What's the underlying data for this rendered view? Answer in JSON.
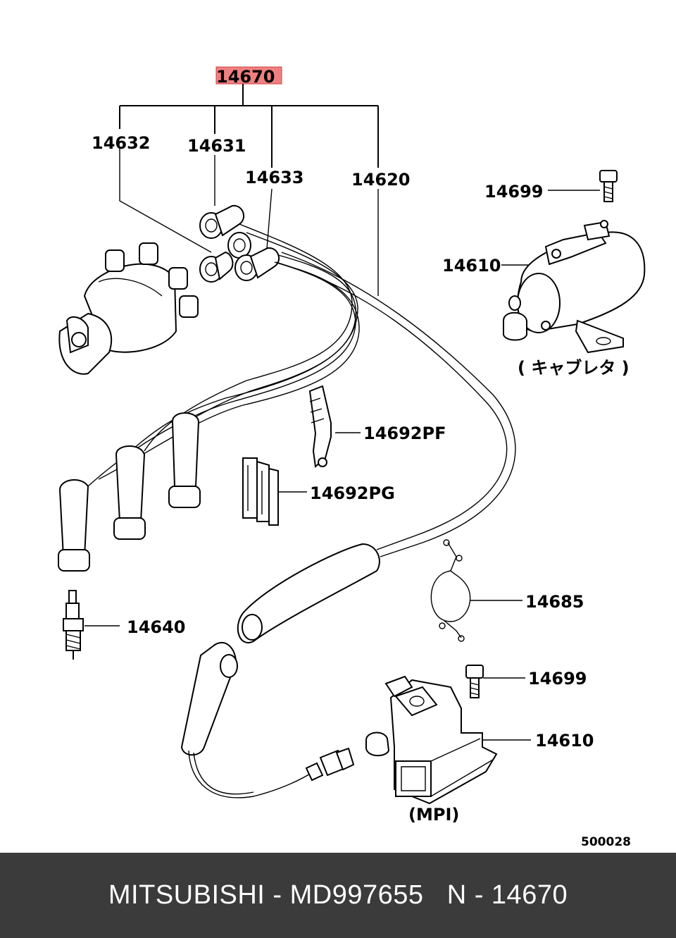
{
  "diagram": {
    "highlight_color": "#f08080",
    "labels": {
      "set": "14670",
      "cable_4": "14632",
      "cable_1": "14631",
      "cable_3": "14633",
      "cable_coil": "14620",
      "bolt_top": "14699",
      "coil_carb": "14610",
      "carb_note": "( キャブレタ )",
      "clamp_pf": "14692PF",
      "clamp_pg": "14692PG",
      "spark_plug": "14640",
      "clip": "14685",
      "bolt_bottom": "14699",
      "coil_mpi": "14610",
      "mpi_note": "(MPI)",
      "diagram_id": "500028"
    }
  },
  "footer": {
    "text": "MITSUBISHI - MD997655   N - 14670"
  }
}
